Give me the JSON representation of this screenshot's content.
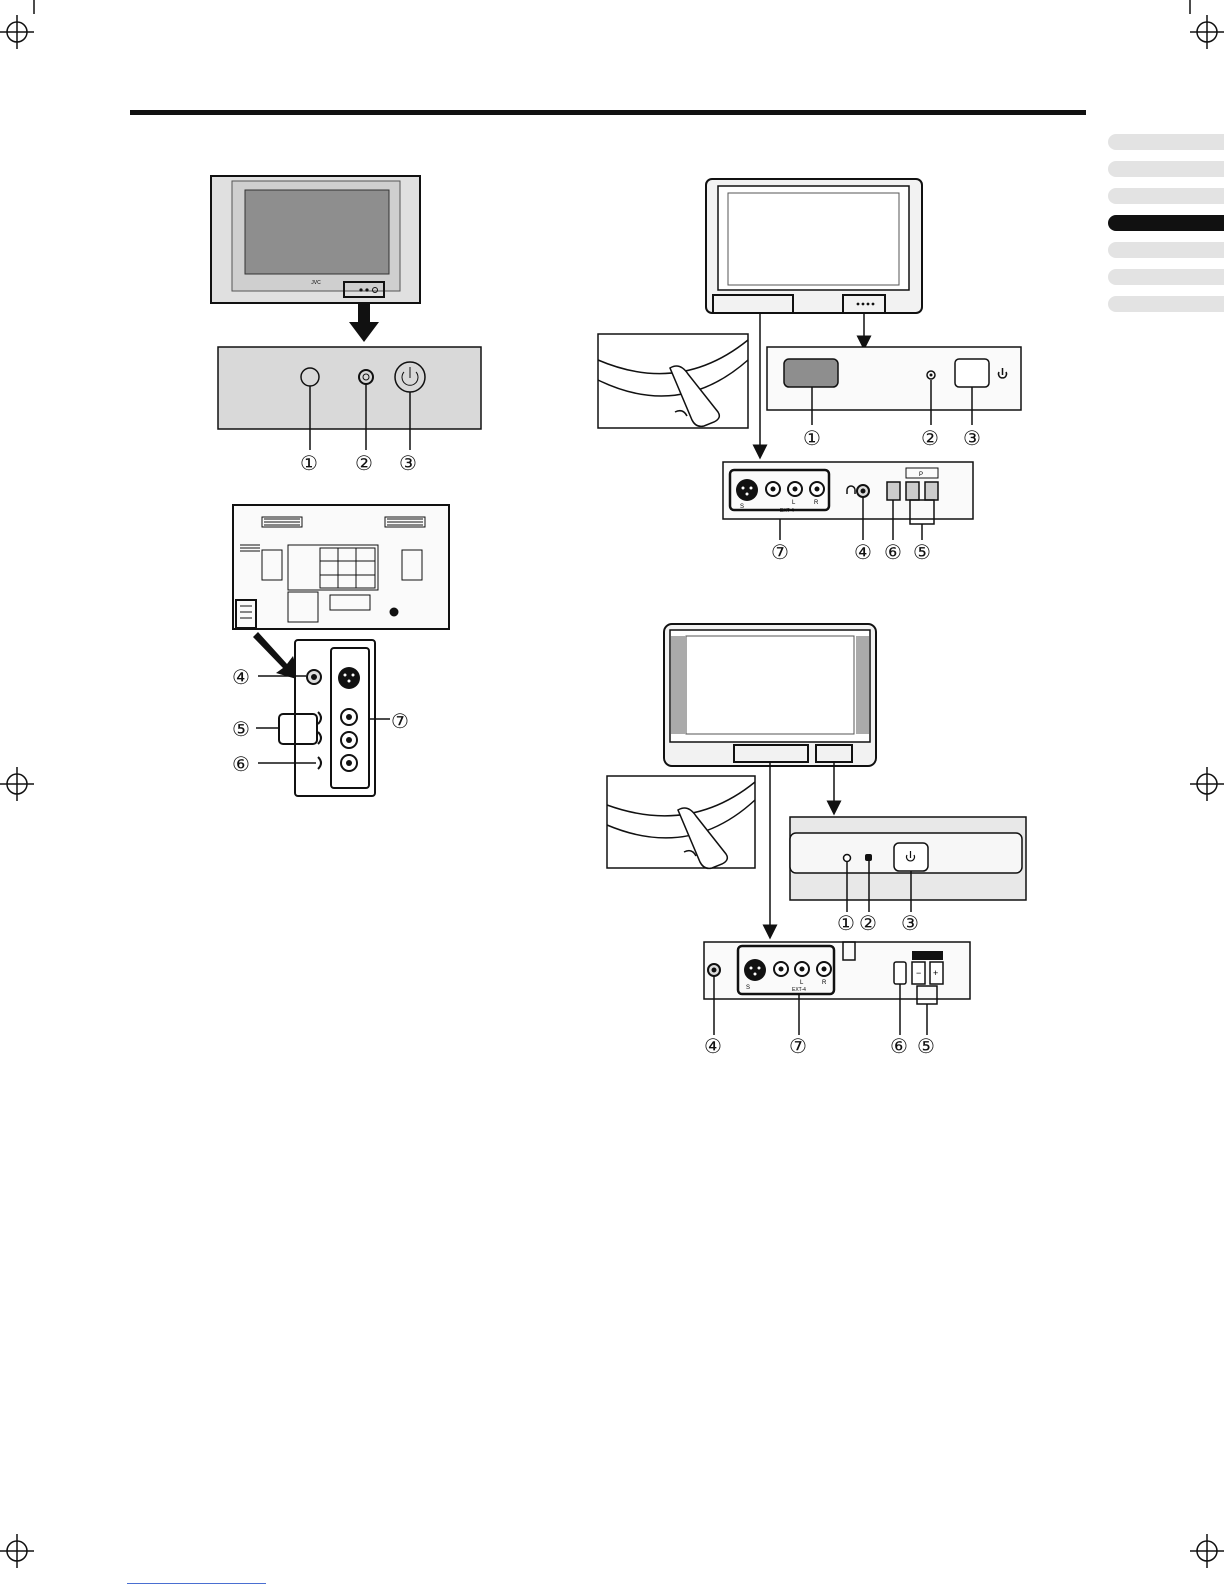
{
  "page": {
    "background": "#ffffff",
    "ink": "#111111",
    "screen_gray": "#8e8e8e",
    "panel_gray": "#d9d9d9",
    "tab_gray": "#e3e3e3",
    "tab_active": "#111111"
  },
  "side_index": {
    "tabs": 7,
    "active_index": 3
  },
  "callouts": {
    "n1": "①",
    "n2": "②",
    "n3": "③",
    "n4": "④",
    "n5": "⑤",
    "n6": "⑥",
    "n7": "⑦"
  },
  "labels": {
    "brand": "JVC",
    "ext4": "EXT-4",
    "s_video": "S",
    "audio_l": "L",
    "audio_r": "R",
    "p_label": "P",
    "minus": "−",
    "plus": "+"
  }
}
